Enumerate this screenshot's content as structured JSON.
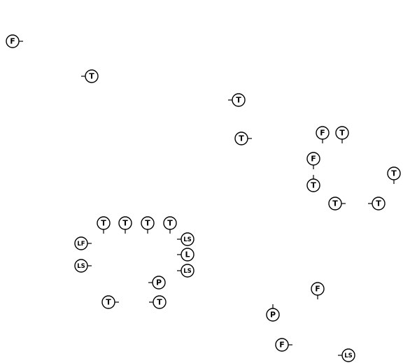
{
  "legend_codes": {
    "T": "T",
    "F": "F",
    "LS": "LS",
    "LF": "LF",
    "L": "L",
    "P": "P"
  },
  "symbols": [
    {
      "id": "f1",
      "code": "F",
      "tick": "right"
    },
    {
      "id": "t1",
      "code": "T",
      "tick": "left"
    },
    {
      "id": "t2",
      "code": "T",
      "tick": "left"
    },
    {
      "id": "t3",
      "code": "T",
      "tick": "right"
    },
    {
      "id": "f2",
      "code": "F",
      "tick": "down"
    },
    {
      "id": "t4",
      "code": "T",
      "tick": "down"
    },
    {
      "id": "f3",
      "code": "F",
      "tick": "down"
    },
    {
      "id": "t5",
      "code": "T",
      "tick": "up"
    },
    {
      "id": "t6",
      "code": "T",
      "tick": "down"
    },
    {
      "id": "t7",
      "code": "T",
      "tick": "right"
    },
    {
      "id": "t8",
      "code": "T",
      "tick": "left"
    },
    {
      "id": "t9",
      "code": "T",
      "tick": "down"
    },
    {
      "id": "t10",
      "code": "T",
      "tick": "down"
    },
    {
      "id": "t11",
      "code": "T",
      "tick": "down"
    },
    {
      "id": "t12",
      "code": "T",
      "tick": "down"
    },
    {
      "id": "ls1",
      "code": "LS",
      "tick": "left"
    },
    {
      "id": "lf1",
      "code": "LF",
      "tick": "right"
    },
    {
      "id": "l1",
      "code": "L",
      "tick": "left"
    },
    {
      "id": "ls2",
      "code": "LS",
      "tick": "right"
    },
    {
      "id": "ls3",
      "code": "LS",
      "tick": "left"
    },
    {
      "id": "p1",
      "code": "P",
      "tick": "left"
    },
    {
      "id": "t13",
      "code": "T",
      "tick": "right"
    },
    {
      "id": "t14",
      "code": "T",
      "tick": "left"
    },
    {
      "id": "f4",
      "code": "F",
      "tick": "down"
    },
    {
      "id": "p2",
      "code": "P",
      "tick": "up"
    },
    {
      "id": "f5",
      "code": "F",
      "tick": "right"
    },
    {
      "id": "ls4",
      "code": "LS",
      "tick": "left"
    }
  ]
}
